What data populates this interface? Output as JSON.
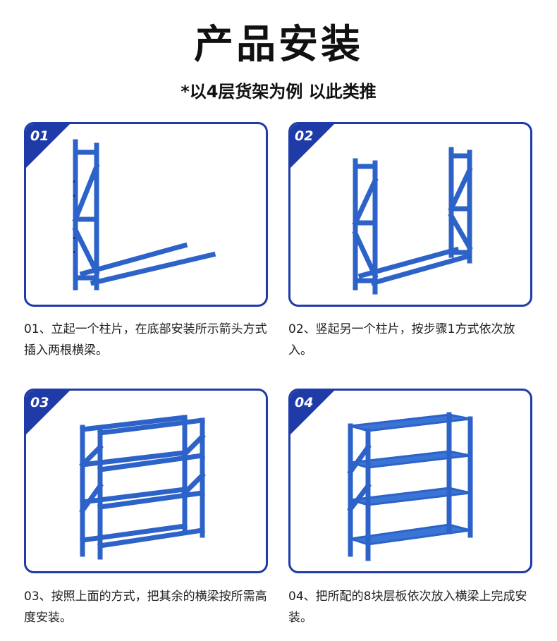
{
  "title": "产品安装",
  "subtitle": "*以4层货架为例 以此类推",
  "steps": [
    {
      "num": "01",
      "caption": "01、立起一个柱片，在底部安装所示箭头方式插入两根横梁。"
    },
    {
      "num": "02",
      "caption": "02、竖起另一个柱片，按步骤1方式依次放入。"
    },
    {
      "num": "03",
      "caption": "03、按照上面的方式，把其余的横梁按所需高度安装。"
    },
    {
      "num": "04",
      "caption": "04、把所配的8块层板依次放入横梁上完成安装。"
    }
  ],
  "colors": {
    "accent": "#1f3ba8",
    "rack": "#2d63c8"
  }
}
